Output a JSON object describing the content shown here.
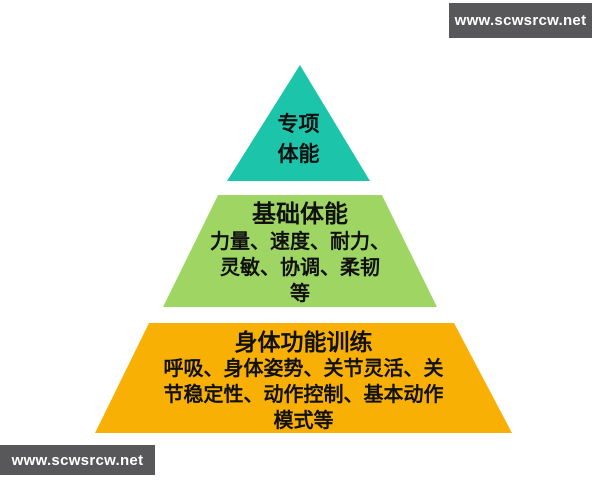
{
  "watermarks": {
    "top_right": "www.scwsrcw.net",
    "bottom_left": "www.scwsrcw.net"
  },
  "colors": {
    "tier_top": "#1cc5a9",
    "tier_middle": "#9ed563",
    "tier_bottom": "#f9b005",
    "watermark_bg": "#58585a",
    "watermark_text": "#ffffff",
    "text": "#111111",
    "background": "#ffffff"
  },
  "pyramid": {
    "tiers": [
      {
        "level": "top",
        "lines": [
          "专项",
          "体能"
        ]
      },
      {
        "level": "middle",
        "title": "基础体能",
        "body_lines": [
          "力量、速度、耐力、",
          "灵敏、协调、柔韧",
          "等"
        ]
      },
      {
        "level": "bottom",
        "title": "身体功能训练",
        "body_lines": [
          "呼吸、身体姿势、关节灵活、关",
          "节稳定性、动作控制、基本动作",
          "模式等"
        ]
      }
    ]
  }
}
